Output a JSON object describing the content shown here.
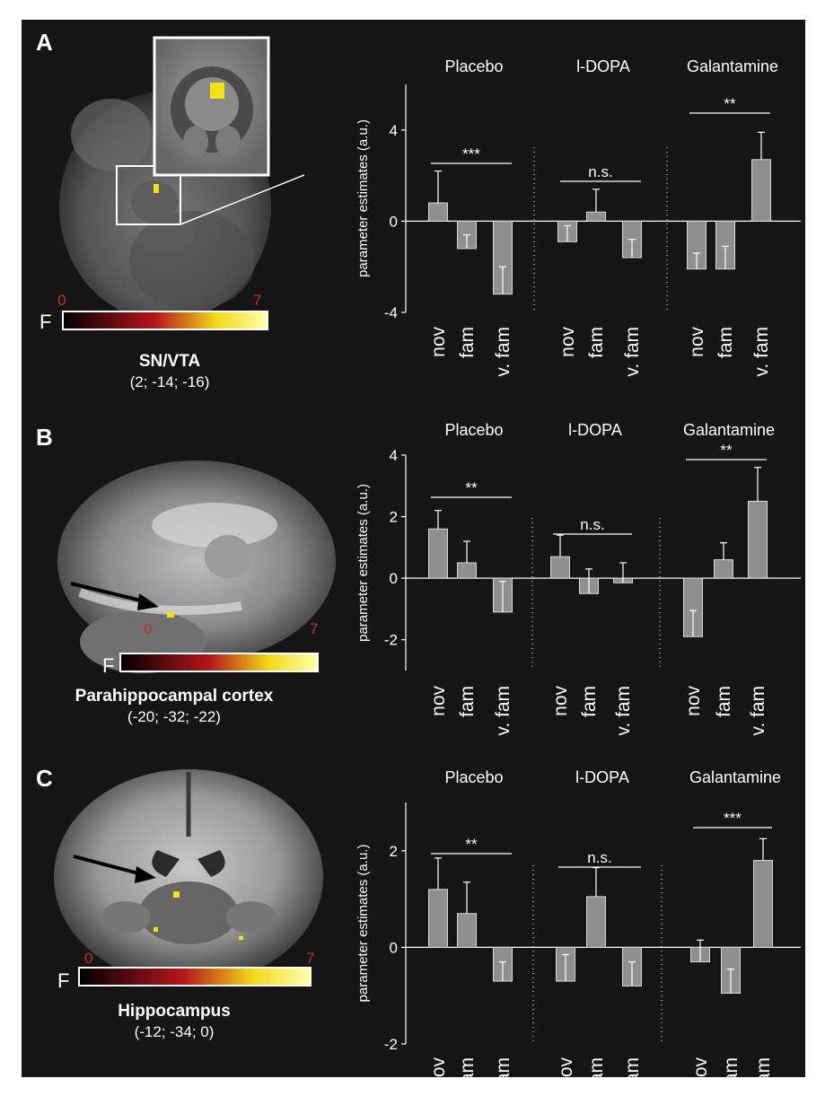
{
  "colors": {
    "background": "#151515",
    "bar_fill": "#8f8f8f",
    "bar_stroke": "#d8d8d8",
    "activation": "#f2e21a",
    "colorbar_low": "#000000",
    "colorbar_mid": "#b5161a",
    "colorbar_high": "#ffffb0",
    "colorbar_tick_text": "#c0302a"
  },
  "icons": {
    "arrow": "black-arrow-icon"
  },
  "panels": [
    {
      "letter": "A",
      "region_name": "SN/VTA",
      "coords": "(2; -14; -16)",
      "colorbar": {
        "label": "F",
        "min_label": "0",
        "max_label": "7"
      }
    },
    {
      "letter": "B",
      "region_name": "Parahippocampal cortex",
      "coords": "(-20; -32; -22)",
      "colorbar": {
        "label": "F",
        "min_label": "0",
        "max_label": "7"
      }
    },
    {
      "letter": "C",
      "region_name": "Hippocampus",
      "coords": "(-12; -34; 0)",
      "colorbar": {
        "label": "F",
        "min_label": "0",
        "max_label": "7"
      }
    }
  ],
  "chart_data": [
    {
      "type": "bar",
      "ylabel": "parameter estimates (a.u.)",
      "ylim": [
        -4,
        6
      ],
      "yticks": [
        "4",
        "0",
        "-4"
      ],
      "groups": [
        "Placebo",
        "l-DOPA",
        "Galantamine"
      ],
      "categories": [
        "nov",
        "fam",
        "v. fam"
      ],
      "values": [
        [
          0.8,
          -1.2,
          -3.2
        ],
        [
          -0.9,
          0.4,
          -1.6
        ],
        [
          -2.1,
          -2.1,
          2.7
        ]
      ],
      "errors": [
        [
          1.4,
          0.6,
          1.2
        ],
        [
          0.7,
          1.0,
          0.8
        ],
        [
          0.7,
          1.0,
          1.2
        ]
      ],
      "significance": [
        "***",
        "n.s.",
        "**"
      ]
    },
    {
      "type": "bar",
      "ylabel": "parameter estimates (a.u.)",
      "ylim": [
        -3,
        4
      ],
      "yticks": [
        "4",
        "2",
        "0",
        "-2"
      ],
      "groups": [
        "Placebo",
        "l-DOPA",
        "Galantamine"
      ],
      "categories": [
        "nov",
        "fam",
        "v. fam"
      ],
      "values": [
        [
          1.6,
          0.5,
          -1.1
        ],
        [
          0.7,
          -0.5,
          -0.15
        ],
        [
          -1.9,
          0.6,
          2.5
        ]
      ],
      "errors": [
        [
          0.6,
          0.7,
          1.0
        ],
        [
          0.7,
          0.8,
          0.65
        ],
        [
          0.85,
          0.55,
          1.1
        ]
      ],
      "significance": [
        "**",
        "n.s.",
        "**"
      ]
    },
    {
      "type": "bar",
      "ylabel": "parameter estimates (a.u.)",
      "ylim": [
        -2,
        3
      ],
      "yticks": [
        "2",
        "0",
        "-2"
      ],
      "groups": [
        "Placebo",
        "l-DOPA",
        "Galantamine"
      ],
      "categories": [
        "nov",
        "fam",
        "v. fam"
      ],
      "values": [
        [
          1.2,
          0.7,
          -0.7
        ],
        [
          -0.7,
          1.05,
          -0.8
        ],
        [
          -0.3,
          -0.95,
          1.8
        ]
      ],
      "errors": [
        [
          0.65,
          0.65,
          0.4
        ],
        [
          0.55,
          0.6,
          0.5
        ],
        [
          0.45,
          0.5,
          0.45
        ]
      ],
      "significance": [
        "**",
        "n.s.",
        "***"
      ]
    }
  ]
}
